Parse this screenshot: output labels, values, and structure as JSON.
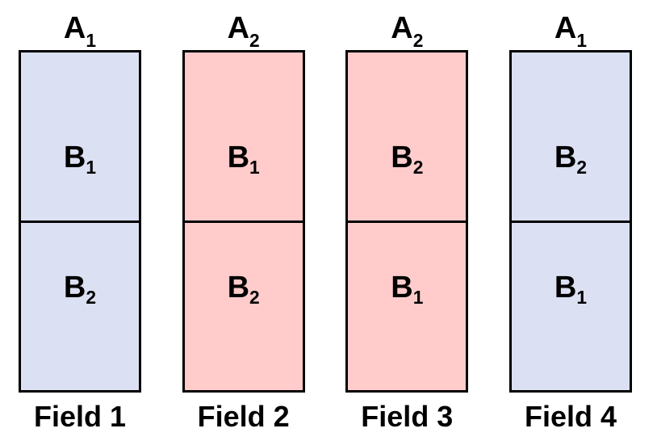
{
  "diagram": {
    "fields": [
      {
        "field_label": "Field 1",
        "factor_a": {
          "base": "A",
          "sub": "1"
        },
        "top_cell": {
          "base": "B",
          "sub": "1"
        },
        "bottom_cell": {
          "base": "B",
          "sub": "2"
        },
        "fill": "#DBE1F2"
      },
      {
        "field_label": "Field 2",
        "factor_a": {
          "base": "A",
          "sub": "2"
        },
        "top_cell": {
          "base": "B",
          "sub": "1"
        },
        "bottom_cell": {
          "base": "B",
          "sub": "2"
        },
        "fill": "#FFCCCB"
      },
      {
        "field_label": "Field 3",
        "factor_a": {
          "base": "A",
          "sub": "2"
        },
        "top_cell": {
          "base": "B",
          "sub": "2"
        },
        "bottom_cell": {
          "base": "B",
          "sub": "1"
        },
        "fill": "#FFCCCB"
      },
      {
        "field_label": "Field 4",
        "factor_a": {
          "base": "A",
          "sub": "1"
        },
        "top_cell": {
          "base": "B",
          "sub": "2"
        },
        "bottom_cell": {
          "base": "B",
          "sub": "1"
        },
        "fill": "#DBE1F2"
      }
    ],
    "colors": {
      "blue_fill": "#DBE1F2",
      "pink_fill": "#FFCCCB",
      "border": "#000000",
      "text": "#000000",
      "background": "#FFFFFF"
    }
  }
}
